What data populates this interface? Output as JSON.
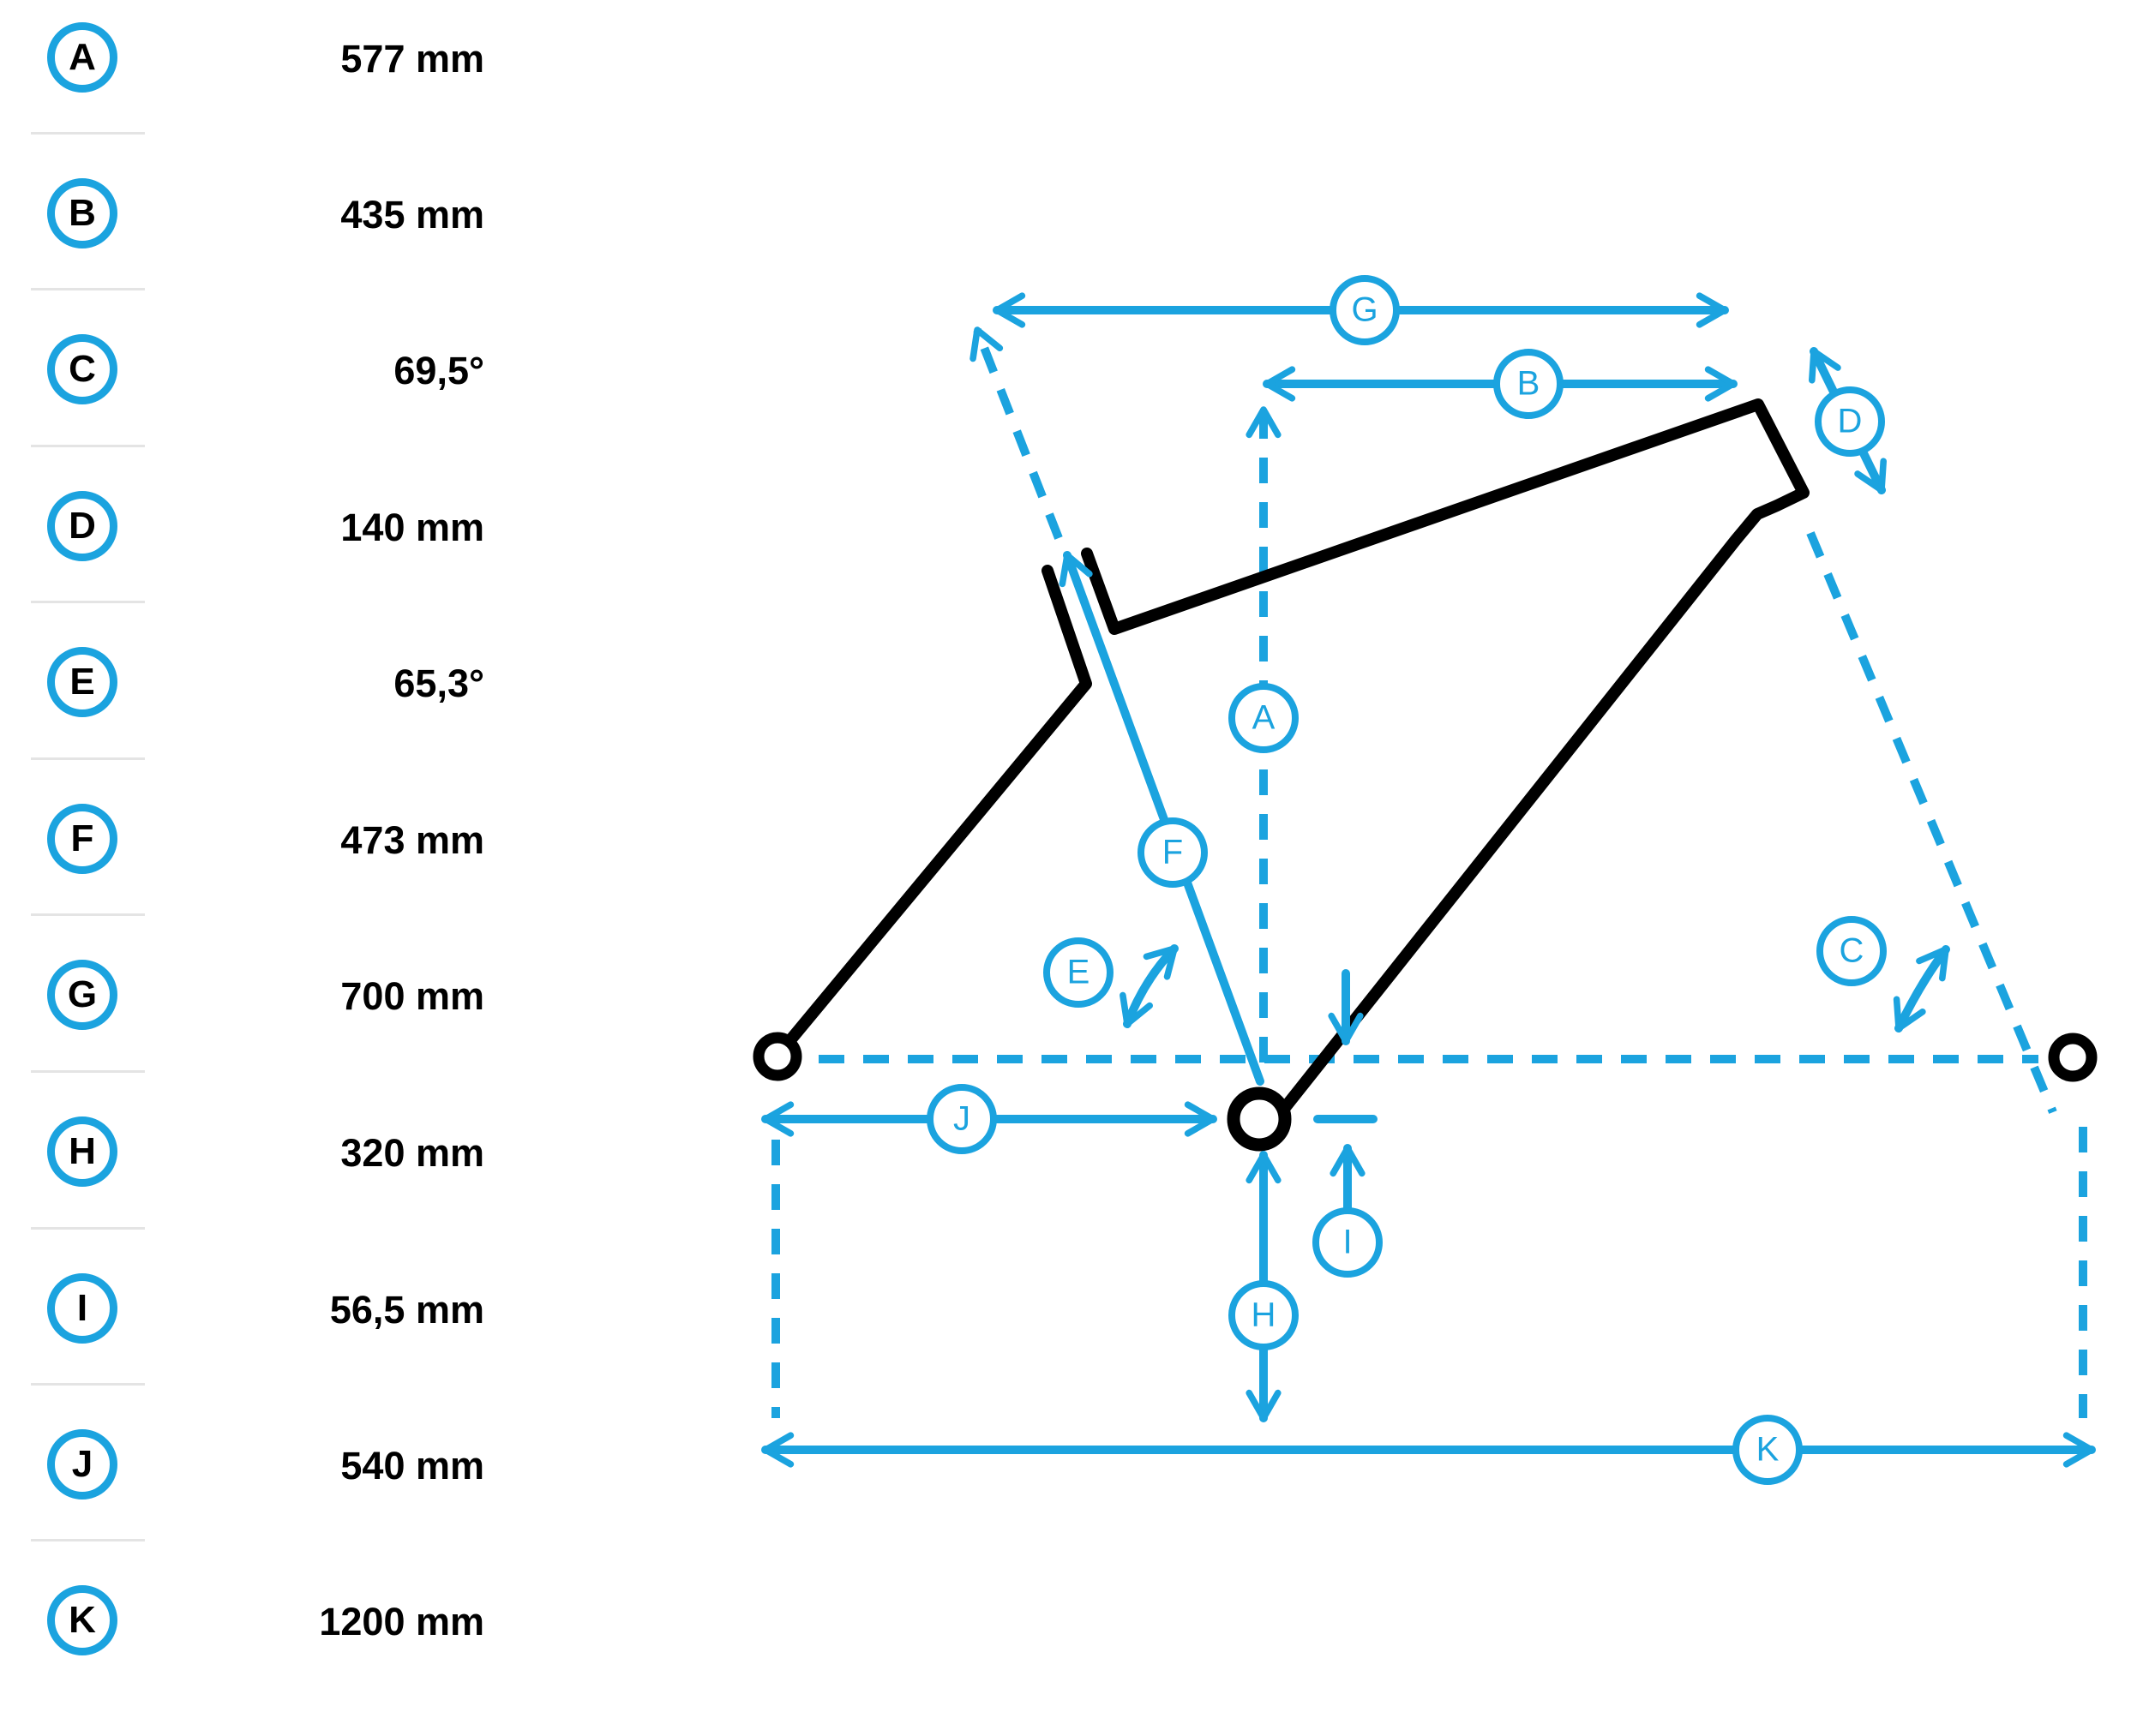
{
  "colors": {
    "accent": "#1ba3df",
    "frame": "#000000",
    "divider": "#e4e4e4"
  },
  "specs": [
    {
      "letter": "A",
      "value": "577 mm"
    },
    {
      "letter": "B",
      "value": "435 mm"
    },
    {
      "letter": "C",
      "value": "69,5°"
    },
    {
      "letter": "D",
      "value": "140 mm"
    },
    {
      "letter": "E",
      "value": "65,3°"
    },
    {
      "letter": "F",
      "value": "473 mm"
    },
    {
      "letter": "G",
      "value": "700 mm"
    },
    {
      "letter": "H",
      "value": "320 mm"
    },
    {
      "letter": "I",
      "value": "56,5 mm"
    },
    {
      "letter": "J",
      "value": "540 mm"
    },
    {
      "letter": "K",
      "value": "1200 mm"
    }
  ],
  "diagram_labels": {
    "a": "A",
    "b": "B",
    "c": "C",
    "d": "D",
    "e": "E",
    "f": "F",
    "g": "G",
    "h": "H",
    "i": "I",
    "j": "J",
    "k": "K"
  }
}
